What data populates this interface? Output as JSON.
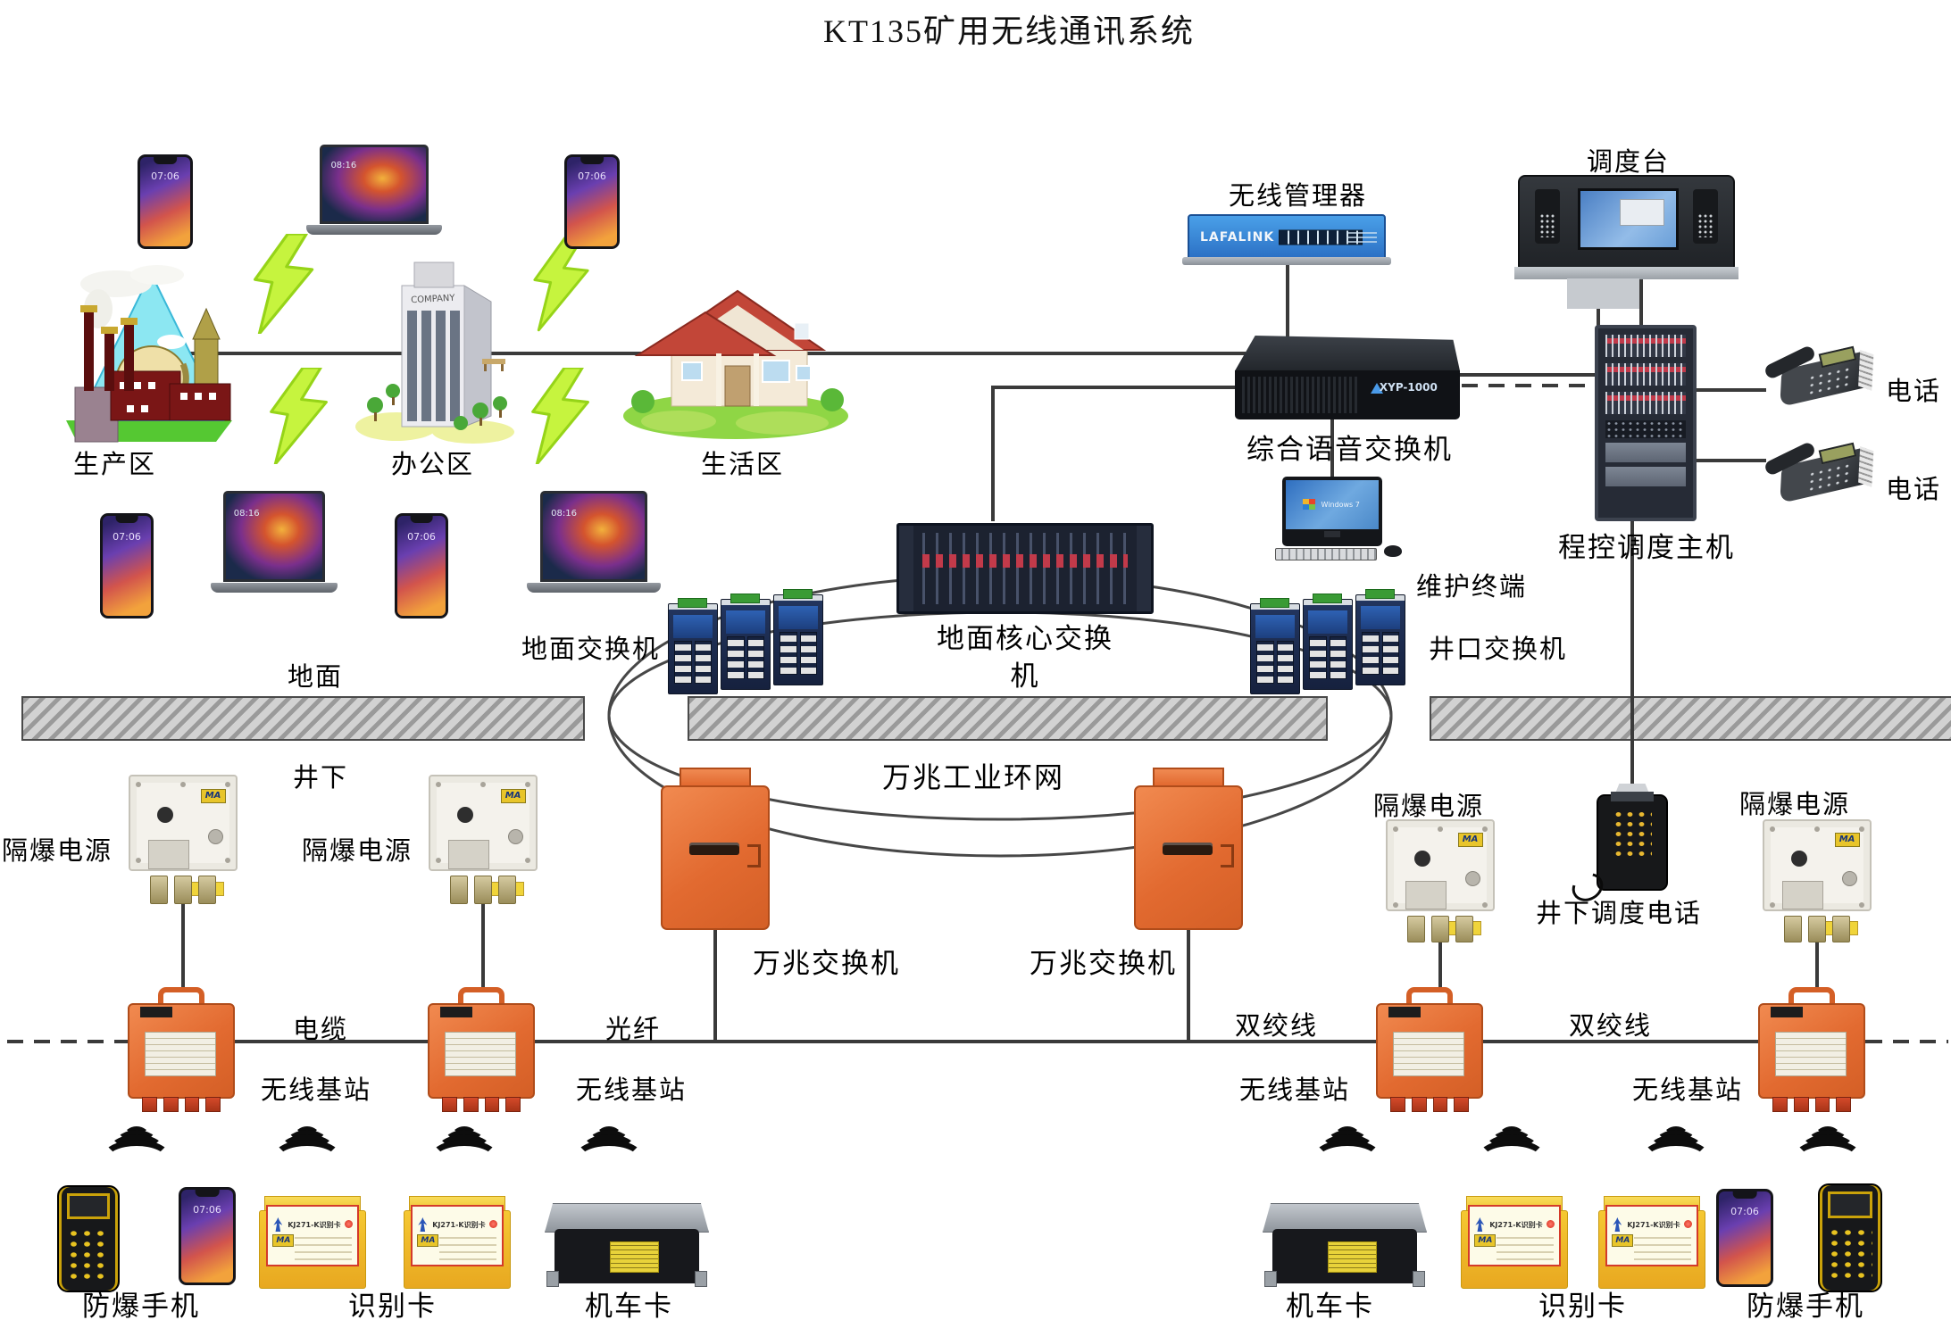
{
  "title": "KT135矿用无线通讯系统",
  "surface": {
    "production": "生产区",
    "office": "办公区",
    "living": "生活区",
    "label": "地面",
    "ground_switch": "地面交换机",
    "core_switch": [
      "地面核心交换",
      "机"
    ],
    "wellhead_switch": "井口交换机",
    "wireless_manager": "无线管理器",
    "dispatch_console": "调度台",
    "voice_switch": "综合语音交换机",
    "maintenance_terminal": "维护终端",
    "dispatch_host": "程控调度主机",
    "telephones": [
      "电话",
      "电话"
    ]
  },
  "underground": {
    "label": "井下",
    "ring_network": "万兆工业环网",
    "tg_switches": [
      "万兆交换机",
      "万兆交换机"
    ],
    "power_supplies": [
      "隔爆电源",
      "隔爆电源",
      "隔爆电源",
      "隔爆电源"
    ],
    "cable": "电缆",
    "fiber": "光纤",
    "twisted_pairs": [
      "双绞线",
      "双绞线"
    ],
    "base_stations": [
      "无线基站",
      "无线基站",
      "无线基站",
      "无线基站"
    ],
    "dispatch_phone": "井下调度电话"
  },
  "terminals": {
    "explosion_phones": [
      "防爆手机",
      "防爆手机"
    ],
    "id_cards": [
      "识别卡",
      "识别卡"
    ],
    "loco_cards": [
      "机车卡",
      "机车卡"
    ]
  },
  "devices": {
    "wireless_manager_brand": "LAFALINK",
    "voice_switch_model": "XYP-1000",
    "id_card_model": "KJ271-K识别卡",
    "ma_badge": "MA",
    "company_sign": "COMPANY",
    "phone_time": "07:06",
    "laptop_time": "08:16",
    "monitor_os": "Windows 7"
  },
  "colors": {
    "accent_orange": "#e26a30",
    "accent_blue": "#2b7fd4",
    "bolt_green": "#c6f43e",
    "line": "#3a3a3a"
  }
}
